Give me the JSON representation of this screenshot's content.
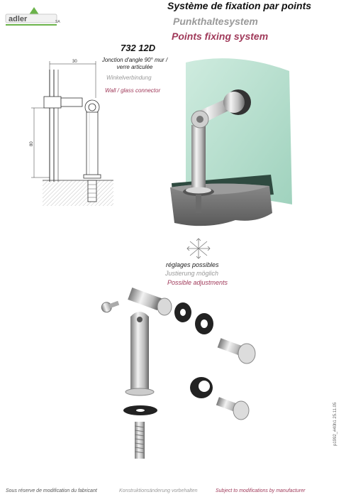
{
  "brand": {
    "logo_text": "ADLER",
    "logo_sub": "SA"
  },
  "header": {
    "title_fr": "Système de fixation par points",
    "title_de": "Punkthaltesystem",
    "title_en": "Points fixing system"
  },
  "product": {
    "code": "732 12D",
    "desc_fr": "Jonction d'angle 90° mur / verre articulée",
    "desc_de": "Winkelverbindung",
    "desc_en": "Wall / glass connector"
  },
  "drawing": {
    "dim_top": "30",
    "dim_side": "80"
  },
  "adjustments": {
    "fr": "réglages possibles",
    "de": "Justierung möglich",
    "en": "Possible adjustments"
  },
  "footer": {
    "fr": "Sous réserve de modification du fabricant",
    "de": "Konstruktionsänderung vorbehalten",
    "en": "Subject to modifications by manufacturer",
    "doc_ref": "p1992_#40h1  25.11.05"
  },
  "colors": {
    "accent": "#a03a5a",
    "glass": "#9fd3c0",
    "logo_green": "#6bb34a"
  }
}
